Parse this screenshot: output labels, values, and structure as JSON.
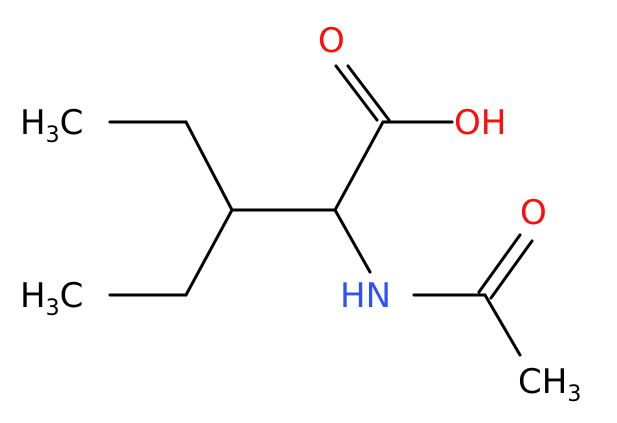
{
  "colors": {
    "carbon": "#000000",
    "oxygen": "#ff0d0d",
    "nitrogen": "#3050f8",
    "background": "#ffffff"
  },
  "labels": {
    "methyl_top": {
      "main": "H",
      "sub": "3",
      "tail": "C"
    },
    "methyl_bottom": {
      "main": "H",
      "sub": "3",
      "tail": "C"
    },
    "carbonyl_oxygen_acid": "O",
    "hydroxyl": "OH",
    "amide_nh": "HN",
    "carbonyl_oxygen_amide": "O",
    "methyl_acetyl": {
      "main": "CH",
      "sub": "3"
    }
  }
}
